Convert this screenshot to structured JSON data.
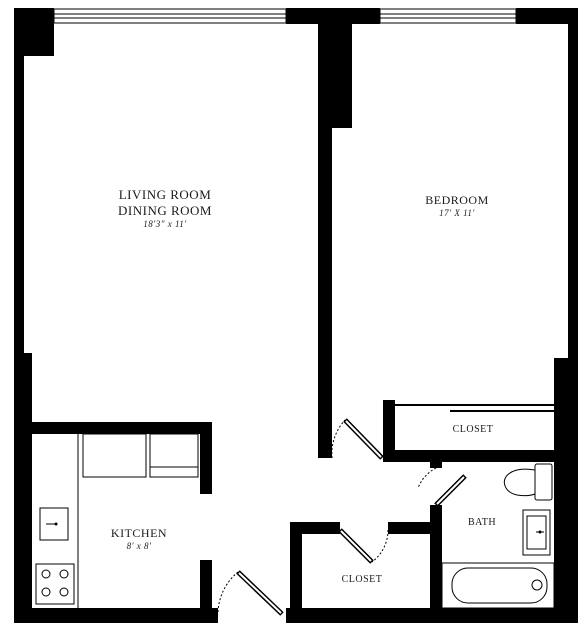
{
  "rooms": {
    "living": {
      "name_line1": "LIVING ROOM",
      "name_line2": "DINING ROOM",
      "dimensions": "18'3\" x 11'"
    },
    "bedroom": {
      "name": "BEDROOM",
      "dimensions": "17' X 11'"
    },
    "bedroom_closet": {
      "name": "CLOSET"
    },
    "kitchen": {
      "name": "KITCHEN",
      "dimensions": "8' x 8'"
    },
    "hall_closet": {
      "name": "CLOSET"
    },
    "bath": {
      "name": "BATH"
    }
  },
  "colors": {
    "wall": "#000000",
    "background": "#ffffff"
  },
  "fixtures": [
    "window",
    "kitchen-sink",
    "stove",
    "kitchen-counter",
    "refrigerator",
    "toilet",
    "bathroom-sink",
    "bathtub",
    "sliding-closet-door",
    "swing-door"
  ]
}
